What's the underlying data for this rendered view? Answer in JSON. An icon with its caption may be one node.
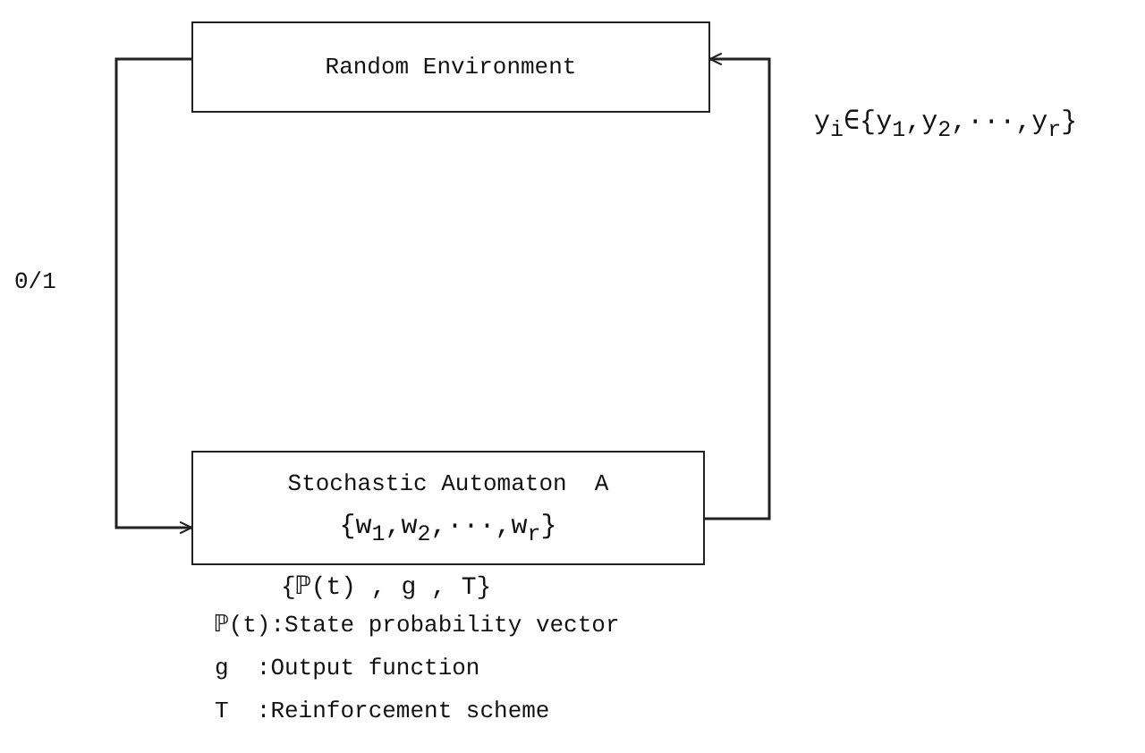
{
  "diagram": {
    "nodes": [
      {
        "text": [
          "Random Environment"
        ]
      },
      {
        "text": [
          "Stochastic Automaton  A",
          "{w$_{1}$,w$_{2}$,···,w$_{r}$}"
        ],
        "beside": [
          "{ℙ(t) , g , T}"
        ]
      }
    ],
    "edges": [
      {
        "from": 0,
        "to": 1,
        "arrow": "to",
        "label": "0/1"
      },
      {
        "from": 1,
        "to": 0,
        "arrow": "to",
        "label": "y$_{i}$∈{y$_{1}$,y$_{2}$,···,y$_{r}$}"
      }
    ],
    "labels": [
      "ℙ(t):State probability vector",
      "g  :Output function",
      "T  :Reinforcement scheme"
    ]
  }
}
